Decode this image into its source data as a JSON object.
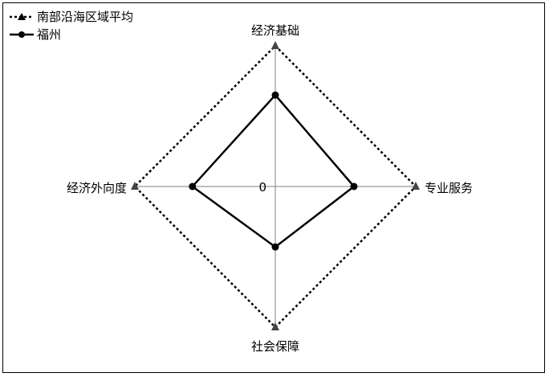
{
  "chart_data": {
    "type": "radar",
    "axes": [
      "经济基础",
      "专业服务",
      "社会保障",
      "经济外向度"
    ],
    "center_label": "0",
    "rmax": 1,
    "series": [
      {
        "name": "南部沿海区域平均",
        "values": [
          1,
          1,
          1,
          1
        ],
        "style": "dotted",
        "marker": "triangle",
        "color": "#000000"
      },
      {
        "name": "福州",
        "values": [
          0.65,
          0.56,
          0.43,
          0.59
        ],
        "style": "solid",
        "marker": "circle",
        "color": "#000000"
      }
    ],
    "legend": "top-left",
    "grid": true
  }
}
